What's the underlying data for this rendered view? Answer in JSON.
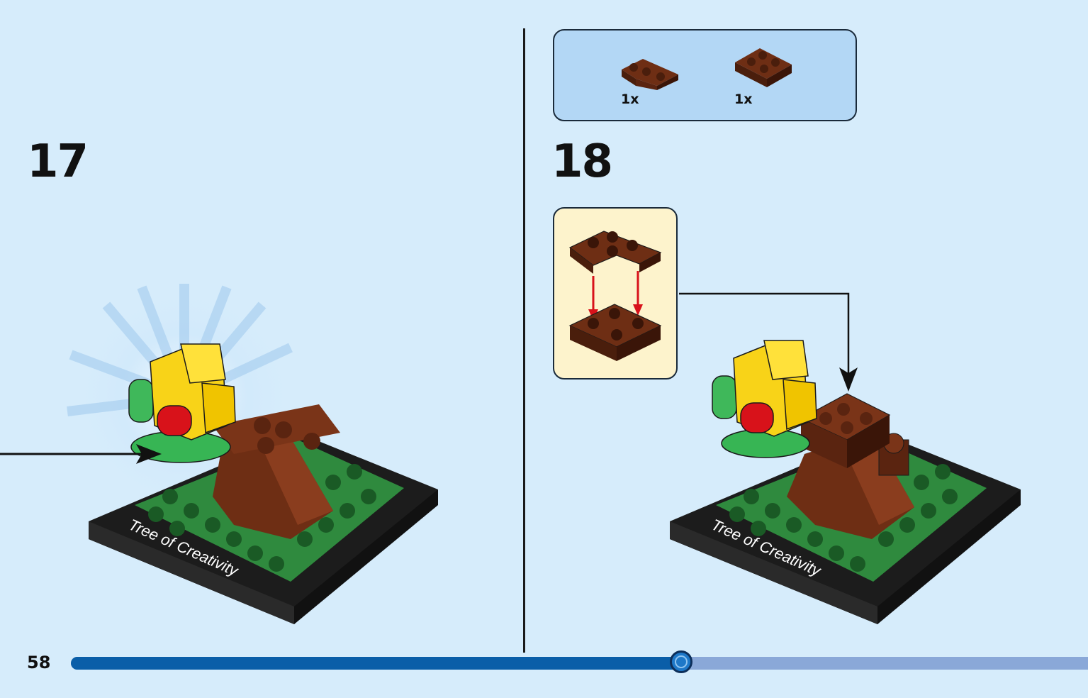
{
  "steps": [
    {
      "number": "17",
      "base_label": "Tree of Creativity"
    },
    {
      "number": "18",
      "base_label": "Tree of Creativity"
    }
  ],
  "parts_list": [
    {
      "name": "corner-plate-2x2-reddish-brown",
      "qty": "1x"
    },
    {
      "name": "plate-2x2-reddish-brown",
      "qty": "1x"
    }
  ],
  "page_number": "58",
  "progress": {
    "fraction": 0.6
  },
  "colors": {
    "background": "#d6ecfb",
    "parts_box": "#b3d7f5",
    "subassembly_box": "#fdf3cc",
    "brick_brown": "#6e2e14",
    "brick_green": "#3fb85a",
    "brick_yellow": "#f8d318",
    "brick_red": "#d8121a",
    "progress_fill": "#0a5ea8",
    "progress_track": "#8aa8d8"
  }
}
